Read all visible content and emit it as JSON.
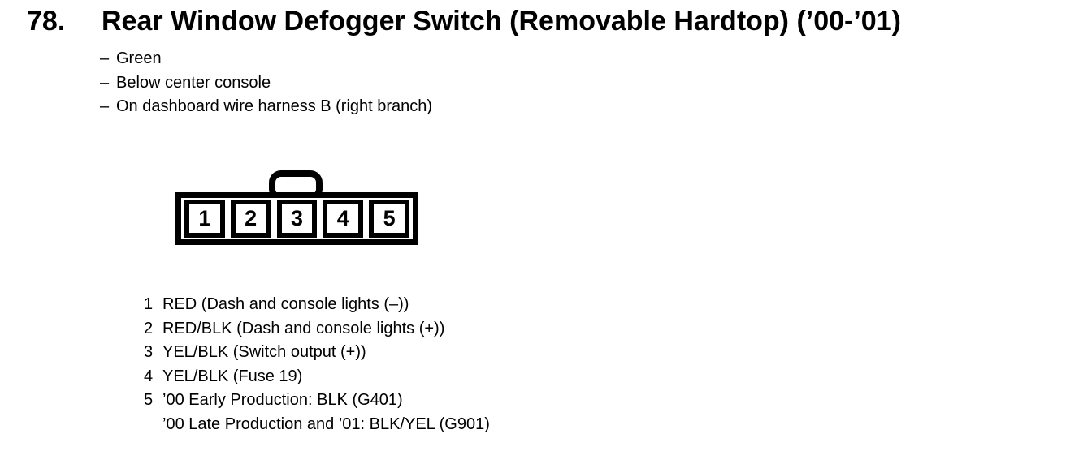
{
  "document": {
    "section_number": "78.",
    "title": "Rear Window Defogger Switch (Removable Hardtop) (’00-’01)"
  },
  "notes": {
    "marker": "–",
    "items": [
      "Green",
      "Below center console",
      "On dashboard wire harness B (right branch)"
    ]
  },
  "connector": {
    "cavities": [
      "1",
      "2",
      "3",
      "4",
      "5"
    ]
  },
  "pinout": {
    "rows": [
      {
        "pin": "1",
        "desc": "RED (Dash and console lights (–))"
      },
      {
        "pin": "2",
        "desc": "RED/BLK (Dash and console lights (+))"
      },
      {
        "pin": "3",
        "desc": "YEL/BLK (Switch output (+))"
      },
      {
        "pin": "4",
        "desc": "YEL/BLK (Fuse 19)"
      },
      {
        "pin": "5",
        "desc": "’00 Early Production: BLK (G401)"
      },
      {
        "pin": "",
        "desc": "’00 Late Production and ’01: BLK/YEL (G901)"
      }
    ]
  },
  "colors": {
    "ink": "#000000",
    "paper": "#ffffff"
  }
}
